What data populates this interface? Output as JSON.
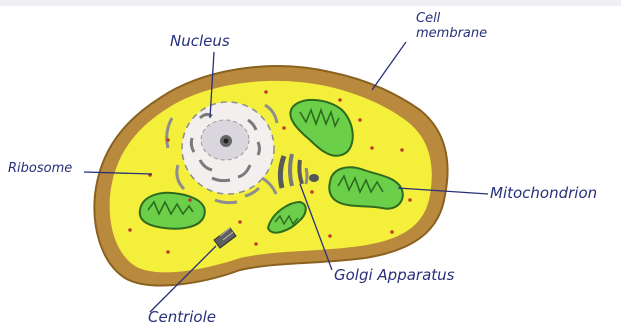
{
  "diagram": {
    "labels": {
      "nucleus": "Nucleus",
      "cell_membrane": "Cell membrane",
      "ribosome": "Ribosome",
      "mitochondrion": "Mitochondrion",
      "golgi": "Golgi Apparatus",
      "centriole": "Centriole"
    }
  },
  "colors": {
    "membrane": "#b98a3e",
    "cytoplasm": "#f4ef3a",
    "mitochondrion_fill": "#6ccf4a",
    "label_ink": "#27307a",
    "ribosome_dot": "#c23a2a"
  }
}
